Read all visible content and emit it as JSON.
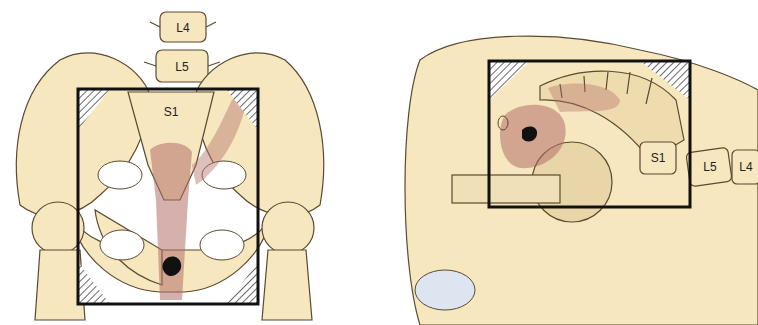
{
  "diagram": {
    "labels": [
      "L4",
      "L5",
      "S1",
      "S1",
      "L5",
      "L4"
    ]
  }
}
